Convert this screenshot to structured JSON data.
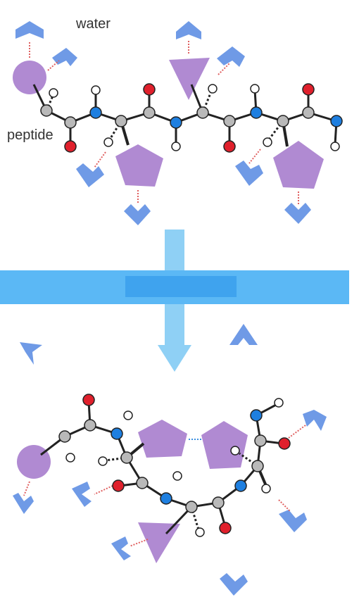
{
  "labels": {
    "water": "water",
    "peptide": "peptide"
  },
  "colors": {
    "water": "#6f9ae6",
    "side_chain": "#b08ad2",
    "carbon": "#b9b9b9",
    "nitrogen": "#1e7fe0",
    "oxygen": "#e0202c",
    "hydrogen": "#ffffff",
    "bond": "#222222",
    "h_bond": "#e06060",
    "interaction": "#3a8fe0",
    "band": "#5bb8f5",
    "band_dark": "#3fa3ee",
    "arrow": "#8fd0f5"
  },
  "legend": [
    {
      "name": "water",
      "icon": "water-molecule-icon"
    },
    {
      "name": "peptide",
      "icon": "peptide-chain-icon"
    }
  ]
}
